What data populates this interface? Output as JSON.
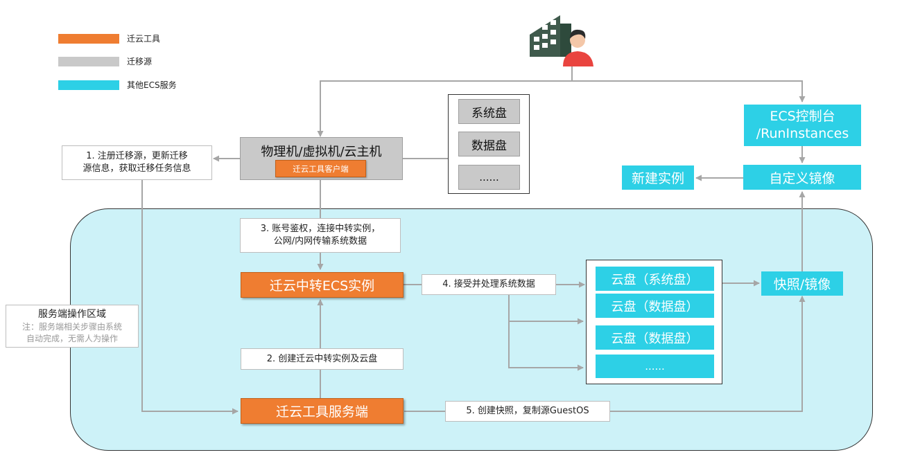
{
  "legend": [
    {
      "label": "迁云工具",
      "color": "#ef7d31"
    },
    {
      "label": "迁移源",
      "color": "#c9c9c9"
    },
    {
      "label": "其他ECS服务",
      "color": "#2dd0e6"
    }
  ],
  "source": {
    "title": "物理机/虚拟机/云主机",
    "client": "迁云工具客户端",
    "disks": [
      "系统盘",
      "数据盘",
      "......"
    ]
  },
  "ecs": {
    "console": [
      "ECS控制台",
      "/RunInstances"
    ],
    "custom_image": "自定义镜像",
    "new_instance": "新建实例"
  },
  "steps": {
    "step1": [
      "1. 注册迁移源，更新迁移",
      "源信息，获取迁移任务信息"
    ],
    "step2": "2. 创建迁云中转实例及云盘",
    "step3": [
      "3. 账号鉴权，连接中转实例，",
      "公网/内网传输系统数据"
    ],
    "step4": "4. 接受并处理系统数据",
    "step5": "5. 创建快照，复制源GuestOS"
  },
  "server_area": {
    "title": "服务端操作区域",
    "note": [
      "注：服务端相关步骤由系统",
      "自动完成，无需人为操作"
    ]
  },
  "transit_instance": "迁云中转ECS实例",
  "server": "迁云工具服务端",
  "cloud_disks": [
    "云盘（系统盘）",
    "云盘（数据盘）",
    "云盘（数据盘）",
    "......"
  ],
  "snapshot": "快照/镜像",
  "colors": {
    "arrow": "#a6a6a6",
    "region_fill": "#cdf2f8"
  }
}
